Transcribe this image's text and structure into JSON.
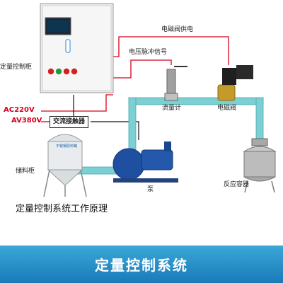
{
  "labels": {
    "control_cabinet": "定量控制柜",
    "solenoid_power": "电磁阀供电",
    "pulse_signal": "电压脉冲信号",
    "ac220v": "AC220V",
    "av380v": "AV380V",
    "contactor": "交流接触器",
    "flowmeter": "流量计",
    "solenoid_valve": "电磁阀",
    "storage_tank": "储料柜",
    "pump": "泵",
    "reactor": "反应容器",
    "tank_marking": "不锈钢原料罐",
    "principle": "定量控制系统工作原理"
  },
  "banner": {
    "title": "定量控制系统"
  },
  "colors": {
    "signal_line": "#d6001c",
    "pipe": "#7ccfd2",
    "banner": "#2a90c8",
    "pump": "#1e4fa0"
  }
}
